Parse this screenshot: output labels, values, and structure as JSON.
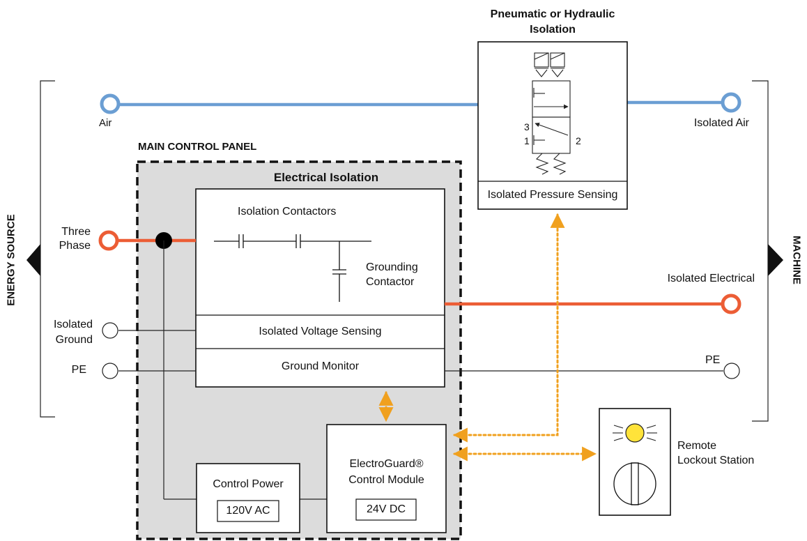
{
  "colors": {
    "air": "#6b9ed3",
    "electrical": "#ec5d35",
    "signal": "#f0a01e",
    "panel_fill": "#dcdcdc",
    "line": "#222222"
  },
  "labels": {
    "energy_source": "ENERGY SOURCE",
    "machine": "MACHINE",
    "air": "Air",
    "isolated_air": "Isolated Air",
    "three_phase_1": "Three",
    "three_phase_2": "Phase",
    "isolated_ground_1": "Isolated",
    "isolated_ground_2": "Ground",
    "pe_left": "PE",
    "pe_right": "PE",
    "isolated_electrical": "Isolated Electrical",
    "main_control_panel": "MAIN CONTROL PANEL",
    "electrical_isolation": "Electrical Isolation",
    "isolation_contactors": "Isolation Contactors",
    "grounding_contactor_1": "Grounding",
    "grounding_contactor_2": "Contactor",
    "isolated_voltage_sensing": "Isolated Voltage Sensing",
    "ground_monitor": "Ground Monitor",
    "pneumatic_title_1": "Pneumatic or Hydraulic",
    "pneumatic_title_2": "Isolation",
    "isolated_pressure_sensing": "Isolated Pressure Sensing",
    "valve_port_3": "3",
    "valve_port_1": "1",
    "valve_port_2": "2",
    "control_power": "Control Power",
    "control_power_voltage": "120V AC",
    "control_module_1": "ElectroGuard®",
    "control_module_2": "Control Module",
    "control_module_voltage": "24V DC",
    "remote_lockout_1": "Remote",
    "remote_lockout_2": "Lockout Station"
  }
}
